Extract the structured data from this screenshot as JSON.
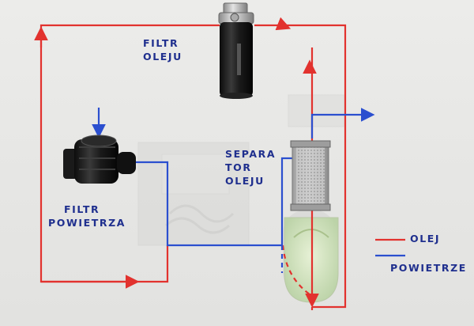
{
  "labels": {
    "oil_filter": [
      "FILTR",
      "OLEJU"
    ],
    "air_filter": [
      "FILTR",
      "POWIETRZA"
    ],
    "oil_separator": [
      "SEPARA",
      "TOR",
      "OLEJU"
    ]
  },
  "legend": [
    {
      "label": "OLEJ",
      "color": "#e2322e"
    },
    {
      "label": "POWIETRZE",
      "color": "#2b4fcf"
    }
  ],
  "colors": {
    "oil_line": "#e2322e",
    "air_line": "#2b4fcf",
    "label_text": "#1f2f8e"
  },
  "icons": [
    "oil-filter-icon",
    "air-filter-icon",
    "oil-separator-icon",
    "compressor-housing-icon"
  ]
}
